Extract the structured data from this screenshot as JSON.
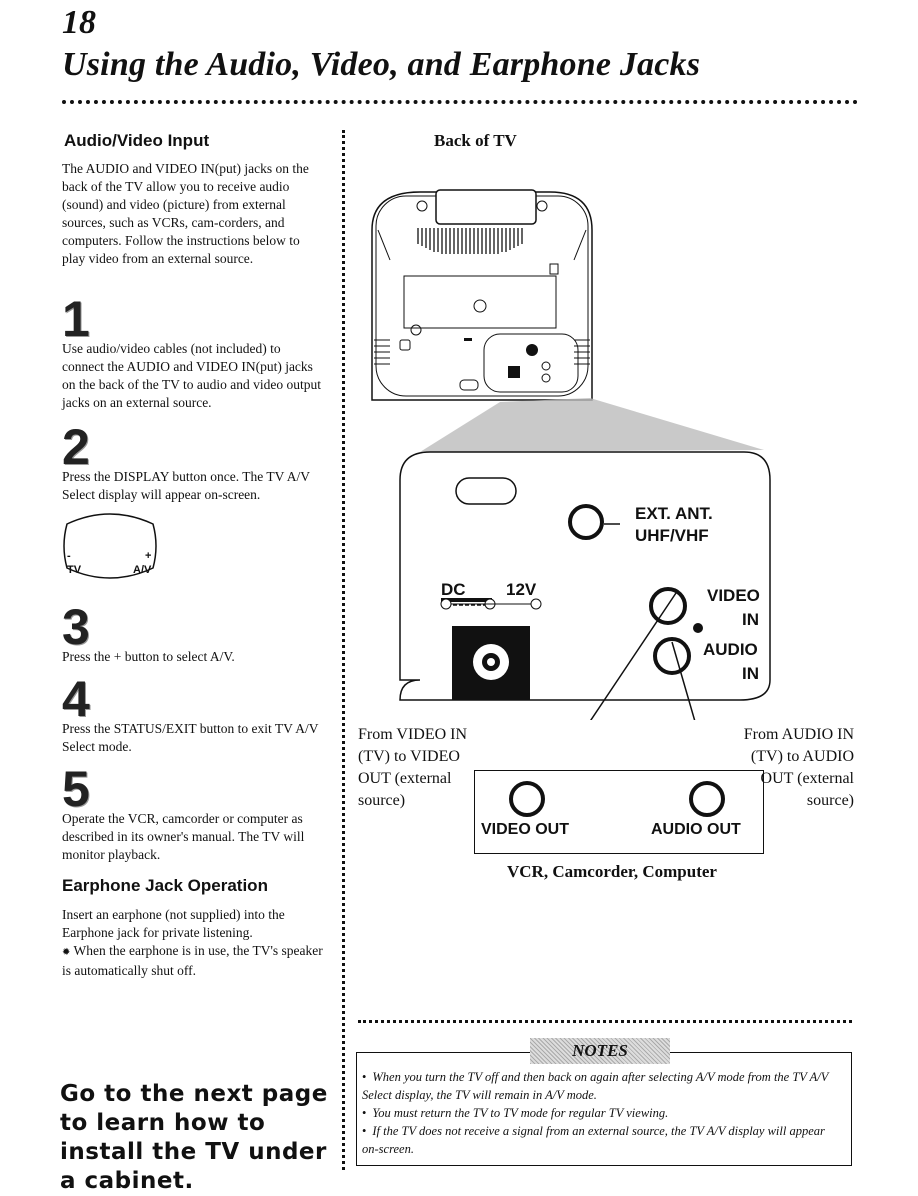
{
  "page_number": "18",
  "title": "Using the Audio, Video, and Earphone Jacks",
  "av_input": {
    "heading": "Audio/Video Input",
    "intro": "The AUDIO and VIDEO IN(put) jacks on the back of the TV allow you to receive audio (sound) and video (picture) from external sources, such as VCRs, cam-corders, and computers. Follow the instructions below to play video from an external source."
  },
  "steps": [
    {
      "number": "1",
      "text": "Use audio/video cables (not included) to connect the AUDIO and VIDEO IN(put) jacks on the back of the TV to audio and video output jacks on an external source."
    },
    {
      "number": "2",
      "text": "Press the DISPLAY button once. The TV A/V Select display will appear on-screen."
    },
    {
      "number": "3",
      "text": "Press the + button to select A/V."
    },
    {
      "number": "4",
      "text": "Press the STATUS/EXIT button to exit TV A/V Select mode."
    },
    {
      "number": "5",
      "text": "Operate the VCR, camcorder or computer as described in its owner's manual. The TV will monitor playback."
    }
  ],
  "osd": {
    "minus": "-",
    "plus": "+",
    "tv": "TV",
    "av": "A/V"
  },
  "earphone": {
    "heading": "Earphone Jack Operation",
    "text": "Insert an earphone (not supplied) into the Earphone jack for private listening.",
    "bullet": "When the earphone is in use, the TV's speaker is automatically shut off."
  },
  "cta": "Go to the next page to learn how to install the TV under a cabinet.",
  "diagram": {
    "back_label": "Back of TV",
    "ext_ant": "EXT. ANT.",
    "uhf_vhf": "UHF/VHF",
    "dc": "DC",
    "dc_volt": "12V",
    "video": "VIDEO",
    "audio": "AUDIO",
    "in": "IN",
    "from_video": "From VIDEO IN (TV) to VIDEO OUT (external source)",
    "from_audio": "From AUDIO IN (TV) to AUDIO OUT (external source)",
    "video_out": "VIDEO OUT",
    "audio_out": "AUDIO OUT",
    "vcr_caption": "VCR, Camcorder, Computer"
  },
  "notes": {
    "title": "NOTES",
    "items": [
      "When you turn the TV off and then back on again after selecting A/V mode from the TV A/V Select display, the TV will remain in A/V mode.",
      "You must return the TV to TV mode for regular TV viewing.",
      "If the TV does not receive a signal from an external source, the TV A/V display will appear on-screen."
    ]
  }
}
